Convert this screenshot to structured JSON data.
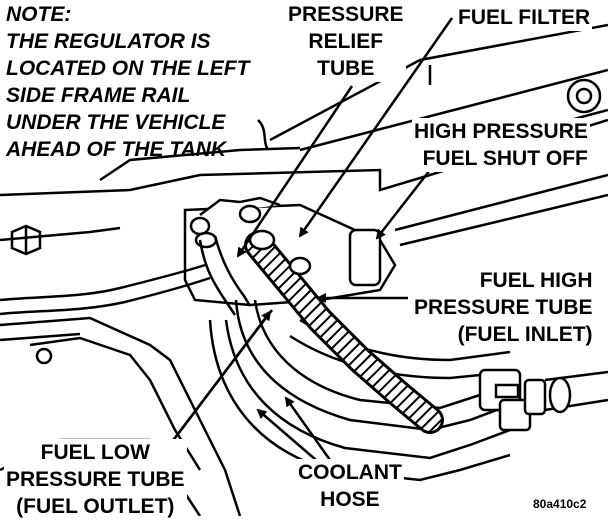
{
  "note": {
    "lines": [
      "NOTE:",
      "THE REGULATOR IS",
      "LOCATED ON THE LEFT",
      "SIDE FRAME RAIL",
      "UNDER THE VEHICLE",
      "AHEAD OF THE TANK"
    ]
  },
  "labels": {
    "pressure_relief_tube": [
      "PRESSURE",
      "RELIEF",
      "TUBE"
    ],
    "fuel_filter": [
      "FUEL FILTER"
    ],
    "high_pressure_shutoff": [
      "HIGH PRESSURE",
      "FUEL SHUT OFF"
    ],
    "fuel_high_pressure_tube": [
      "FUEL HIGH",
      "PRESSURE TUBE",
      "(FUEL INLET)"
    ],
    "fuel_low_pressure_tube": [
      "FUEL LOW",
      "PRESSURE TUBE",
      "(FUEL OUTLET)"
    ],
    "coolant_hose": [
      "COOLANT",
      "HOSE"
    ]
  },
  "figure_id": "80a410c2",
  "colors": {
    "ink": "#000000",
    "paper": "#ffffff"
  }
}
